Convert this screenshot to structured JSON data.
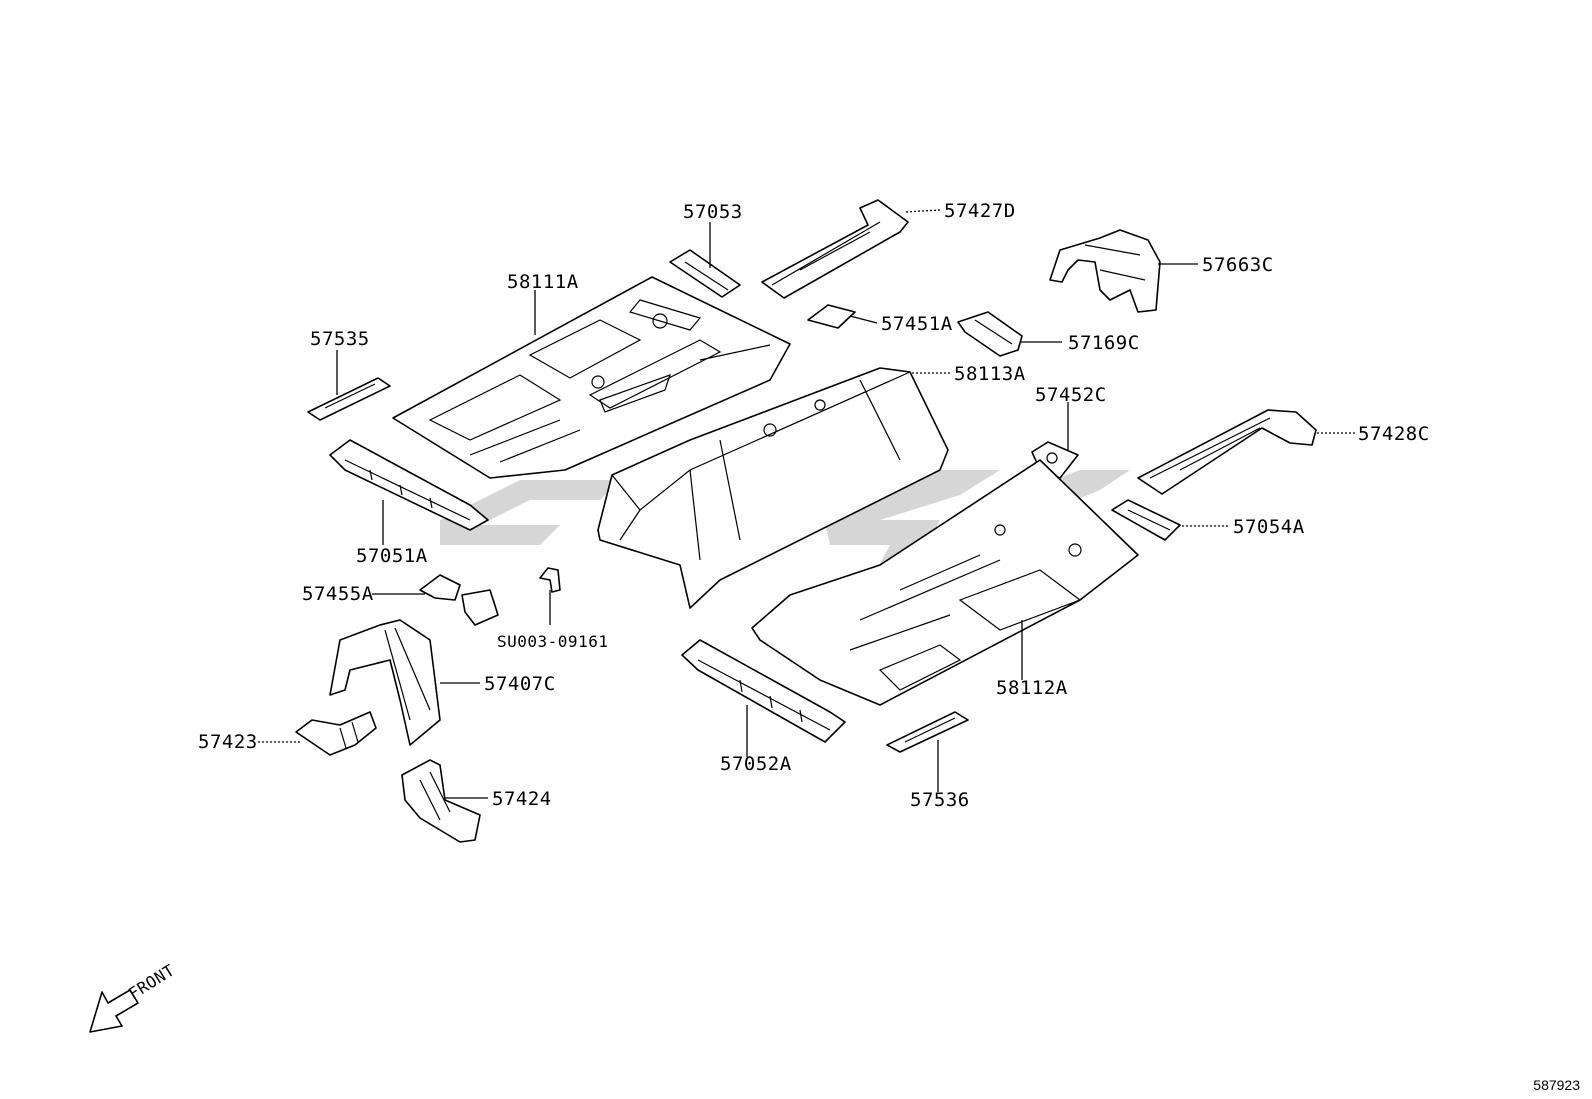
{
  "diagram": {
    "parts": [
      {
        "id": "p57053",
        "label": "57053"
      },
      {
        "id": "p57427D",
        "label": "57427D"
      },
      {
        "id": "p57663C",
        "label": "57663C"
      },
      {
        "id": "p58111A",
        "label": "58111A"
      },
      {
        "id": "p57451A",
        "label": "57451A"
      },
      {
        "id": "p57169C",
        "label": "57169C"
      },
      {
        "id": "p57535",
        "label": "57535"
      },
      {
        "id": "p58113A",
        "label": "58113A"
      },
      {
        "id": "p57452C",
        "label": "57452C"
      },
      {
        "id": "p57428C",
        "label": "57428C"
      },
      {
        "id": "p57054A",
        "label": "57054A"
      },
      {
        "id": "p57051A",
        "label": "57051A"
      },
      {
        "id": "p57455A",
        "label": "57455A"
      },
      {
        "id": "pSU003",
        "label": "SU003-09161"
      },
      {
        "id": "p57407C",
        "label": "57407C"
      },
      {
        "id": "p58112A",
        "label": "58112A"
      },
      {
        "id": "p57423",
        "label": "57423"
      },
      {
        "id": "p57052A",
        "label": "57052A"
      },
      {
        "id": "p57424",
        "label": "57424"
      },
      {
        "id": "p57536",
        "label": "57536"
      }
    ],
    "front_label": "FRONT",
    "diagram_number": "587923"
  },
  "colors": {
    "line": "#000000",
    "watermark": "#cfcfcf",
    "background": "#ffffff"
  }
}
